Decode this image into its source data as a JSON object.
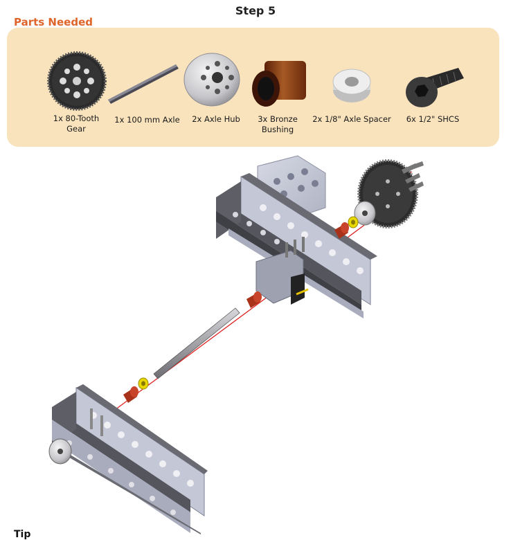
{
  "step": {
    "title": "Step 5"
  },
  "parts": {
    "heading": "Parts Needed",
    "items": [
      {
        "label": "1x 80-Tooth\nGear",
        "icon": "gear-icon"
      },
      {
        "label": "1x  100 mm Axle",
        "icon": "axle-icon"
      },
      {
        "label": "2x Axle Hub",
        "icon": "axle-hub-icon"
      },
      {
        "label": "3x Bronze\nBushing",
        "icon": "bronze-bushing-icon"
      },
      {
        "label": "2x 1/8\" Axle Spacer",
        "icon": "axle-spacer-icon"
      },
      {
        "label": "6x  1/2\" SHCS",
        "icon": "shcs-screw-icon"
      }
    ]
  },
  "tip": {
    "label": "Tip"
  },
  "colors": {
    "heading_orange": "#e0652b",
    "panel_beige": "#f9e3bd",
    "channel_gray": "#5a5a60",
    "bronze": "#8b3a1a",
    "axis_line": "#e02020"
  }
}
